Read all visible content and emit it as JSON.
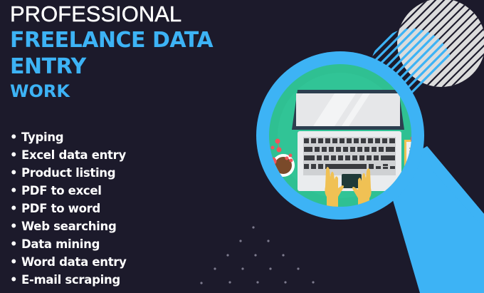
{
  "header": {
    "line1": "PROFESSIONAL",
    "line2": "FREELANCE DATA",
    "line3": "ENTRY",
    "line4": "WORK"
  },
  "services": {
    "bullet": "•",
    "items": [
      {
        "label": "Typing"
      },
      {
        "label": "Excel data entry"
      },
      {
        "label": "Product listing"
      },
      {
        "label": "PDF to excel"
      },
      {
        "label": "PDF to word"
      },
      {
        "label": "Web searching"
      },
      {
        "label": "Data mining"
      },
      {
        "label": "Word data entry"
      },
      {
        "label": "E-mail scraping"
      }
    ]
  },
  "illustration": {
    "icons": [
      "magnifier-icon",
      "laptop-icon",
      "coffee-cup-icon",
      "clipboard-chart-icon",
      "hands-icon",
      "striped-circle-decoration",
      "dot-grid-decoration"
    ]
  },
  "colors": {
    "background": "#1c1a2b",
    "accent_blue": "#3db3f5",
    "white": "#ffffff",
    "green": "#2fc092",
    "striped_circle": "#dcdcdc"
  }
}
